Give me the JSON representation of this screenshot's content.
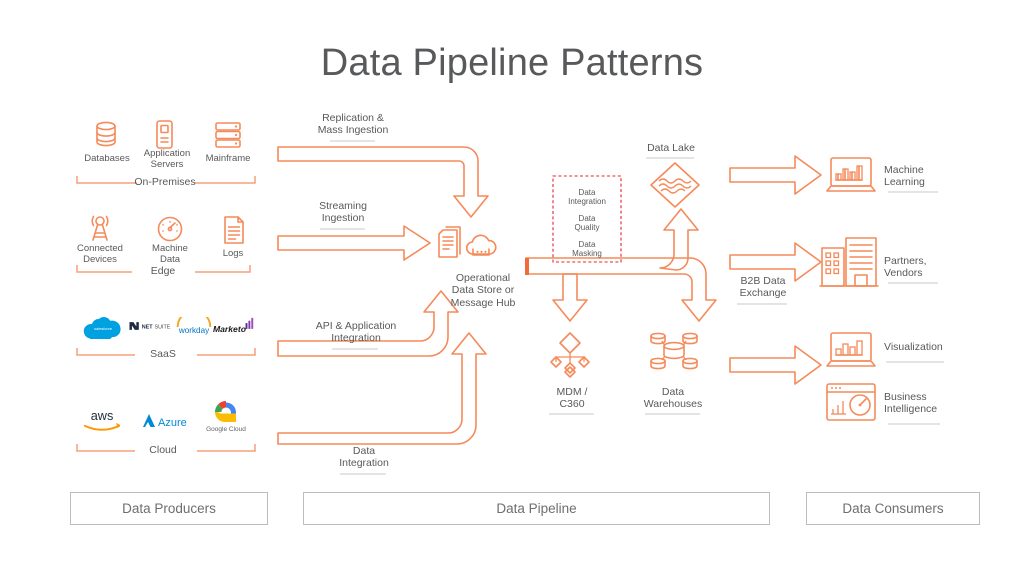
{
  "title": "Data Pipeline Patterns",
  "producers": {
    "groups": [
      {
        "name": "On-Premises",
        "items": [
          {
            "label": "Databases",
            "icon": "database-icon"
          },
          {
            "label": "Application\nServers",
            "icon": "application-server-icon"
          },
          {
            "label": "Mainframe",
            "icon": "mainframe-icon"
          }
        ]
      },
      {
        "name": "Edge",
        "items": [
          {
            "label": "Connected\nDevices",
            "icon": "antenna-icon"
          },
          {
            "label": "Machine\nData",
            "icon": "gauge-icon"
          },
          {
            "label": "Logs",
            "icon": "logs-icon"
          }
        ]
      },
      {
        "name": "SaaS",
        "items": [
          {
            "label": "salesforce",
            "icon": "salesforce-logo"
          },
          {
            "label": "NETSUITE",
            "icon": "netsuite-logo"
          },
          {
            "label": "workday",
            "icon": "workday-logo"
          },
          {
            "label": "Marketo",
            "icon": "marketo-logo"
          }
        ]
      },
      {
        "name": "Cloud",
        "items": [
          {
            "label": "aws",
            "icon": "aws-logo"
          },
          {
            "label": "Azure",
            "icon": "azure-logo"
          },
          {
            "label": "Google Cloud",
            "icon": "google-cloud-logo"
          }
        ]
      }
    ]
  },
  "pipeline": {
    "channels": [
      {
        "label": "Replication &\nMass Ingestion"
      },
      {
        "label": "Streaming\nIngestion"
      },
      {
        "label": "API & Application\nIntegration"
      },
      {
        "label": "Data\nIntegration"
      }
    ],
    "hub": {
      "label": "Operational\nData Store or\nMessage Hub",
      "icon": "documents-cloud-icon"
    },
    "processing_box": {
      "lines": [
        "Data\nIntegration",
        "Data\nQuality",
        "Data\nMasking"
      ],
      "border_color": "#e8242a",
      "style": "dashed"
    },
    "targets": [
      {
        "label": "Data Lake",
        "icon": "data-lake-icon"
      },
      {
        "label": "MDM /\nC360",
        "icon": "mdm-hierarchy-icon"
      },
      {
        "label": "Data\nWarehouses",
        "icon": "data-warehouse-icon"
      }
    ]
  },
  "consumers": {
    "items": [
      {
        "label": "Machine\nLearning",
        "icon": "laptop-chart-icon"
      },
      {
        "label": "Partners,\nVendors",
        "icon": "buildings-icon"
      },
      {
        "label": "Visualization",
        "icon": "laptop-chart-icon"
      },
      {
        "label": "Business\nIntelligence",
        "icon": "dashboard-gauge-icon"
      }
    ],
    "arrow_label": "B2B Data\nExchange"
  },
  "footer": {
    "bands": [
      {
        "label": "Data Producers"
      },
      {
        "label": "Data Pipeline"
      },
      {
        "label": "Data Consumers"
      }
    ]
  },
  "colors": {
    "accent": "#f58a5a",
    "accent_strong": "#f26b38",
    "text": "#58595b",
    "red_dash": "#e8242a",
    "rule": "#c9c9c9",
    "band_border": "#bdbdbd"
  }
}
